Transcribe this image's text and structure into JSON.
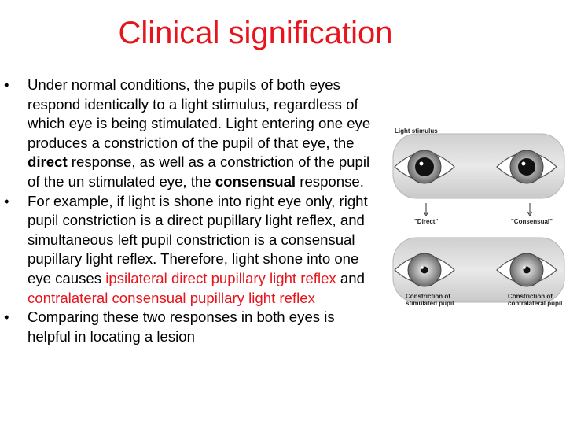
{
  "slide": {
    "title": "Clinical signification",
    "bullet_glyph": "•",
    "bullets": [
      {
        "text_1": "Under normal conditions, the pupils of both eyes respond identically to a light stimulus, regardless of which eye is being stimulated. Light entering one eye produces a constriction of the pupil of that eye, the ",
        "bold_1": "direct",
        "text_2": " response, as well as a constriction of the pupil of the un stimulated eye, the ",
        "bold_2": "consensual",
        "text_3": " response."
      },
      {
        "text_1": "For example, if light is shone into right eye only, right pupil constriction is a direct pupillary light reflex, and simultaneous left pupil constriction is a consensual pupillary light reflex. Therefore, light shone into one eye causes ",
        "red_1": "ipsilateral direct pupillary light reflex",
        "text_2": " and ",
        "red_2": "contralateral consensual pupillary light reflex"
      },
      {
        "text_1": "Comparing these two responses in both eyes is helpful in locating a lesion"
      }
    ]
  },
  "figure": {
    "top_label": "Light stimulus",
    "label_direct": "\"Direct\"",
    "label_consensual": "\"Consensual\"",
    "caption_left_1": "Constriction of",
    "caption_left_2": "stimulated pupil",
    "caption_right_1": "Constriction of",
    "caption_right_2": "contralateral pupil",
    "colors": {
      "title": "#e8141c",
      "highlight": "#e8141c"
    }
  }
}
